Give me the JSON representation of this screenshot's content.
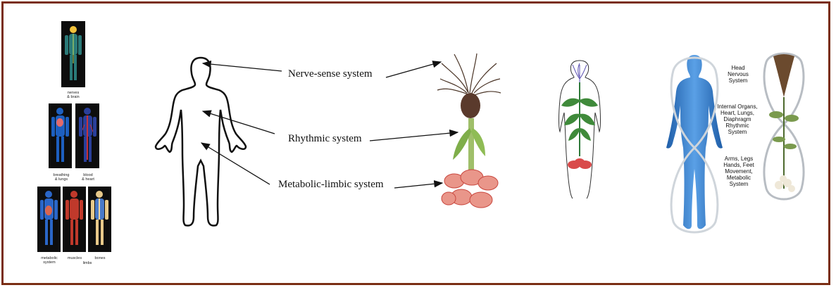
{
  "left_column": {
    "top_caption": "nerves\n& brain",
    "middle_captions": [
      "breathing\n& lungs",
      "blood\n& heart"
    ],
    "bottom_captions": [
      "metabolic\nsystem",
      "muscles",
      "bones",
      "limbs"
    ]
  },
  "center_labels": {
    "nerve_sense": "Nerve-sense system",
    "rhythmic": "Rhythmic system",
    "metabolic_limbic": "Metabolic-limbic system"
  },
  "right_labels": {
    "head": "Head\nNervous\nSystem",
    "middle": "Internal Organs,\nHeart, Lungs,\nDiaphragm\nRhythmic\nSystem",
    "lower": "Arms, Legs\nHands, Feet\nMovement,\nMetabolic\nSystem"
  },
  "colors": {
    "border": "#7a2e14",
    "body_blue": "#3f7fd0",
    "plant_flower": "#e9968a"
  },
  "icons": [
    "human-outline-icon",
    "plant-root-icon",
    "plant-sketch-icon",
    "blue-body-icon"
  ]
}
